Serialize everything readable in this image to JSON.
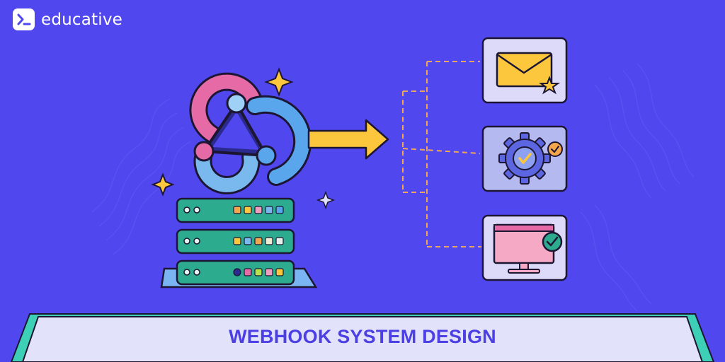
{
  "brand": {
    "name": "educative",
    "icon": "terminal-prompt-icon"
  },
  "title": "WEBHOOK SYSTEM DESIGN",
  "diagram": {
    "source": {
      "icon": "webhook-logo-icon",
      "server_rows": 3
    },
    "arrow": "arrow-right-icon",
    "targets": [
      {
        "icon": "email-star-icon"
      },
      {
        "icon": "gear-check-icon"
      },
      {
        "icon": "monitor-check-icon"
      }
    ]
  },
  "colors": {
    "background": "#5147ee",
    "banner": "#e2e3fa",
    "banner_edge": "#3ed0b6",
    "title": "#4c3fe4",
    "arrow": "#fcc73d",
    "dashed_line": "#f3a64c",
    "server": "#2cab8f",
    "card": "#dcdaf8"
  }
}
